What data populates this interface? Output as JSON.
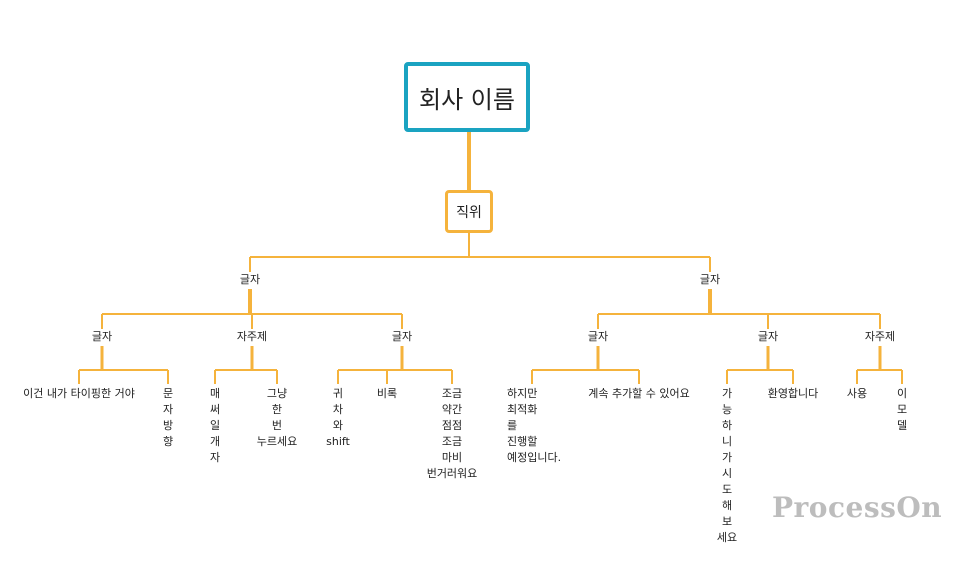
{
  "colors": {
    "root_border": "#1aa3c1",
    "connector": "#f5b33c",
    "watermark": "#bdbdbd"
  },
  "root": "회사 이름",
  "position": "직위",
  "level1": [
    "글자",
    "글자"
  ],
  "level2": [
    "글자",
    "자주제",
    "글자",
    "글자",
    "글자",
    "자주제"
  ],
  "leaves": [
    {
      "text": "이건 내가 타이핑한 거야",
      "vertical": false
    },
    {
      "text": "문자방향",
      "vertical": true
    },
    {
      "text": "매써일개자",
      "vertical": true
    },
    {
      "text": "그냥\n한\n번\n누르세요",
      "vertical": false
    },
    {
      "text": "귀\n차\n와\nshift",
      "vertical": false
    },
    {
      "text": "비록",
      "vertical": false
    },
    {
      "text": "조금\n약간\n점점\n조금\n마비\n번거러워요",
      "vertical": false
    },
    {
      "text": "하지만\n최적화\n를\n진행할\n예정입니다.",
      "vertical": false
    },
    {
      "text": "계속 추가할 수 있어요",
      "vertical": false
    },
    {
      "text": "가능하니가시도해보세요",
      "vertical": true,
      "tail": 2
    },
    {
      "text": "환영합니다",
      "vertical": false
    },
    {
      "text": "사용",
      "vertical": false
    },
    {
      "text": "이모델",
      "vertical": true
    }
  ],
  "watermark": "ProcessOn"
}
